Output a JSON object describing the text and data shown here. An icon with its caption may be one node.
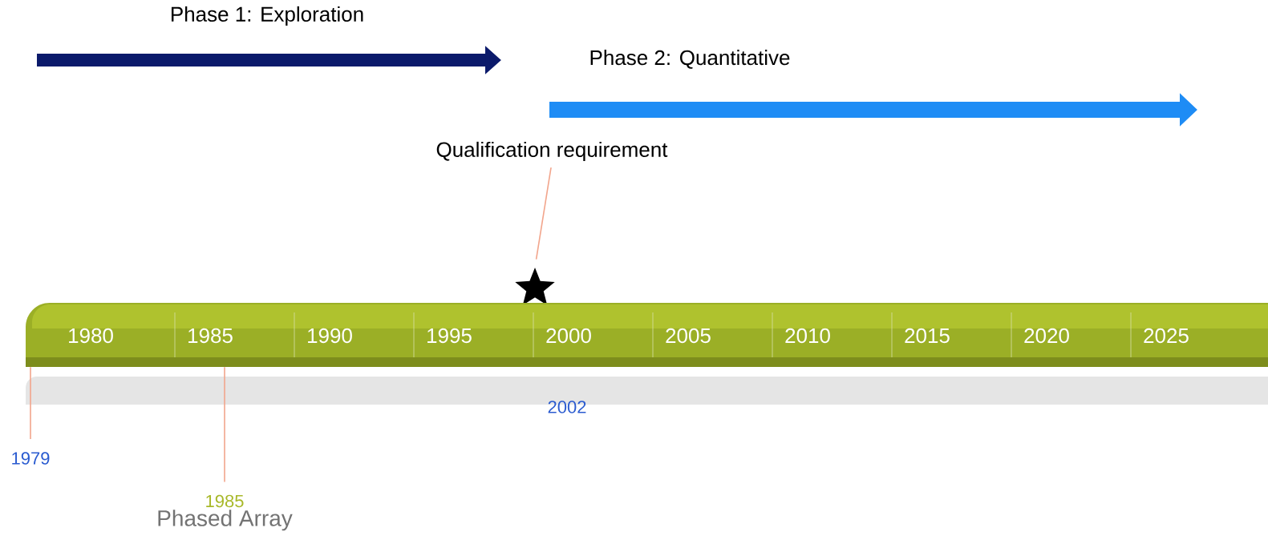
{
  "diagram": {
    "nodes": [
      {
        "text": [
          "Qualification requirement"
        ]
      },
      {
        "text": [],
        "shape": "star"
      },
      {
        "text": [
          "1979"
        ]
      },
      {
        "text": [
          "1985",
          "Phased Array"
        ]
      },
      {
        "text": [
          "1980",
          "1985",
          "1990",
          "1995",
          "2000",
          "2005",
          "2010",
          "2015",
          "2020",
          "2025"
        ]
      }
    ],
    "edges": [
      {
        "from": 0,
        "to": 1,
        "arrow": "none"
      },
      {
        "from": 2,
        "to": 4,
        "arrow": "none"
      },
      {
        "from": 3,
        "to": 4,
        "arrow": "none"
      }
    ],
    "labels": [
      "Phase 1: Exploration",
      "Phase 2: Quantitative",
      "2002"
    ]
  }
}
